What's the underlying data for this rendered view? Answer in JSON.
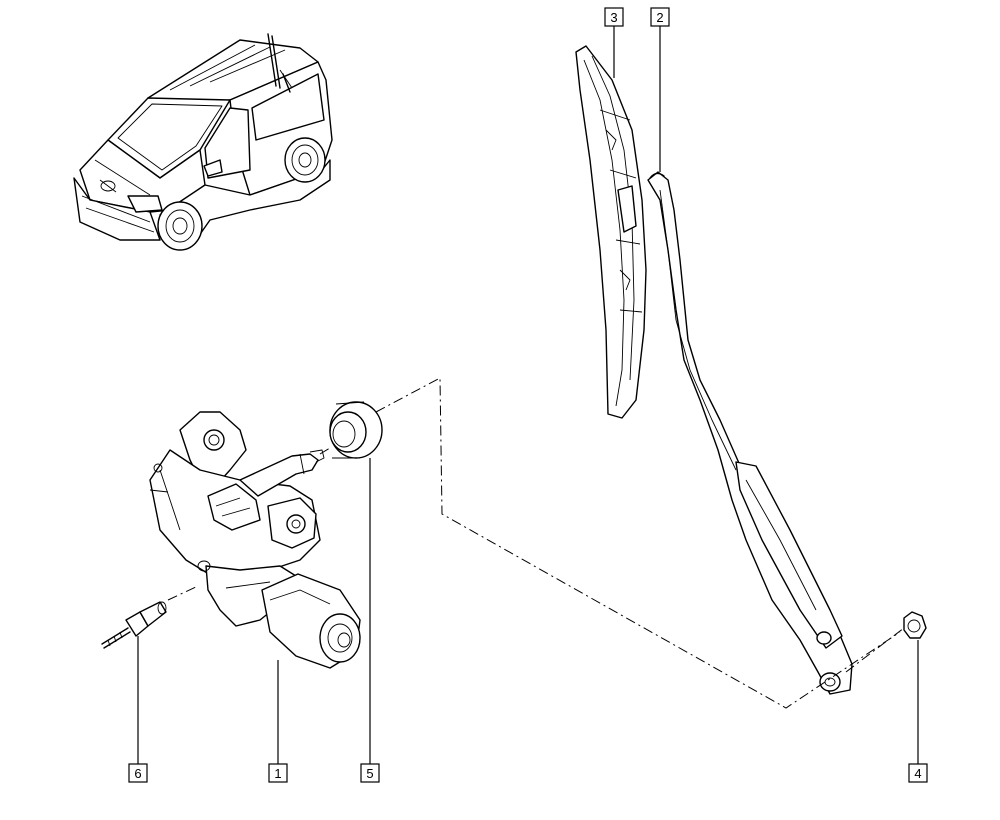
{
  "callouts": [
    {
      "id": "callout-1",
      "label": "1"
    },
    {
      "id": "callout-2",
      "label": "2"
    },
    {
      "id": "callout-3",
      "label": "3"
    },
    {
      "id": "callout-4",
      "label": "4"
    },
    {
      "id": "callout-5",
      "label": "5"
    },
    {
      "id": "callout-6",
      "label": "6"
    }
  ],
  "parts": {
    "vehicle": "van-illustration",
    "motor": "rear-wiper-motor",
    "arm": "wiper-arm",
    "blade": "wiper-blade",
    "nut": "arm-nut",
    "seal": "motor-shaft-seal",
    "bolt": "mounting-bolt"
  }
}
